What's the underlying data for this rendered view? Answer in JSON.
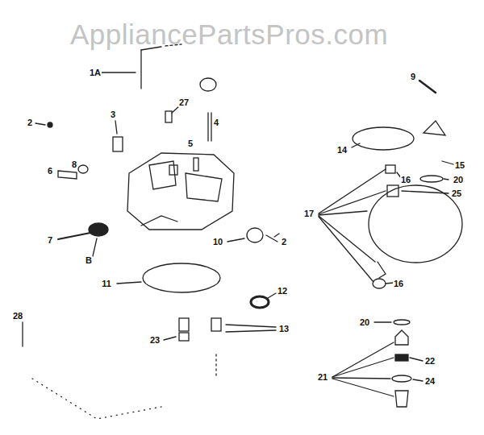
{
  "diagram": {
    "labels": [
      "AppliancePartsPros.com",
      "1A",
      "2",
      "3",
      "27",
      "4",
      "5",
      "6",
      "8",
      "7",
      "B",
      "10",
      "2",
      "11",
      "12",
      "13",
      "23",
      "28",
      "9",
      "14",
      "15",
      "16",
      "20",
      "25",
      "17",
      "16",
      "20",
      "22",
      "21",
      "24"
    ]
  }
}
